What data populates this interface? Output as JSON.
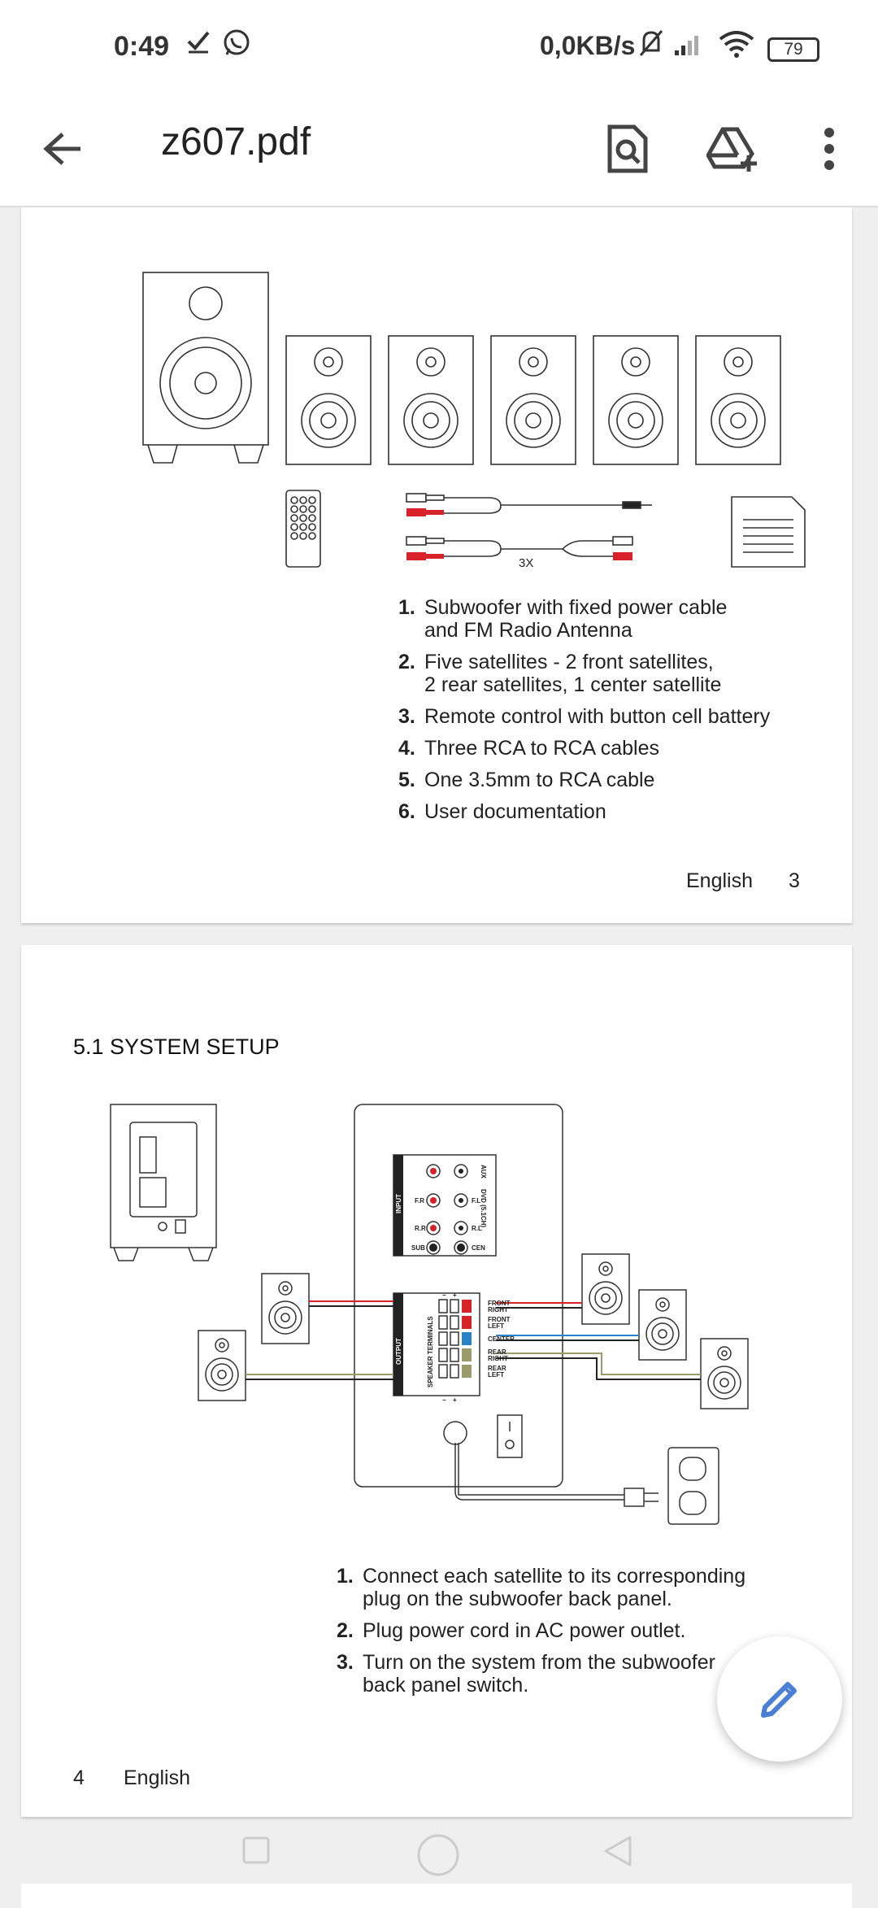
{
  "status_bar": {
    "time": "0:49",
    "network_speed": "0,0KB/s",
    "battery": "79"
  },
  "app_bar": {
    "title": "z607.pdf",
    "back_icon": "arrow-back-icon",
    "search_icon": "search-document-icon",
    "drive_icon": "add-to-drive-icon",
    "menu_icon": "more-vert-icon"
  },
  "page3": {
    "diagram": {
      "label": "3X"
    },
    "items": [
      {
        "num": "1.",
        "text": "Subwoofer with fixed power cable\nand FM Radio Antenna"
      },
      {
        "num": "2.",
        "text": "Five satellites - 2 front satellites,\n2 rear satellites, 1 center satellite"
      },
      {
        "num": "3.",
        "text": "Remote control with button cell battery"
      },
      {
        "num": "4.",
        "text": "Three RCA to RCA cables"
      },
      {
        "num": "5.",
        "text": "One 3.5mm to RCA cable"
      },
      {
        "num": "6.",
        "text": "User documentation"
      }
    ],
    "footer_lang": "English",
    "footer_page": "3"
  },
  "page4": {
    "title": "5.1 SYSTEM SETUP",
    "diagram": {
      "input": "INPUT",
      "output": "OUTPUT",
      "speaker_terminals": "SPEAKER TERMINALS",
      "aux": "AUX",
      "dvd": "DVD (5.1CH)",
      "fr": "F.R",
      "fl": "F.L",
      "rr": "R.R",
      "rl": "R.L",
      "sub": "SUB",
      "cen": "CEN",
      "minus": "−",
      "plus": "+",
      "terminals": [
        {
          "line1": "FRONT",
          "line2": "RIGHT"
        },
        {
          "line1": "FRONT",
          "line2": "LEFT"
        },
        {
          "line1": "CENTER",
          "line2": ""
        },
        {
          "line1": "REAR",
          "line2": "RIGHT"
        },
        {
          "line1": "REAR",
          "line2": "LEFT"
        }
      ]
    },
    "items": [
      {
        "num": "1.",
        "text": "Connect each satellite to its corresponding\nplug on the subwoofer back panel."
      },
      {
        "num": "2.",
        "text": "Plug power cord in AC power outlet."
      },
      {
        "num": "3.",
        "text": "Turn on the system from the subwoofer\nback panel switch."
      }
    ],
    "footer_page": "4",
    "footer_lang": "English"
  },
  "fab": {
    "icon": "edit-pencil-icon"
  },
  "nav": {
    "recents_icon": "square-icon",
    "home_icon": "circle-icon",
    "back_icon": "triangle-back-icon"
  },
  "colors": {
    "accent": "#4a7fd6",
    "red": "#d8222a",
    "blue": "#2a83c6",
    "olive": "#9a9a6a"
  }
}
